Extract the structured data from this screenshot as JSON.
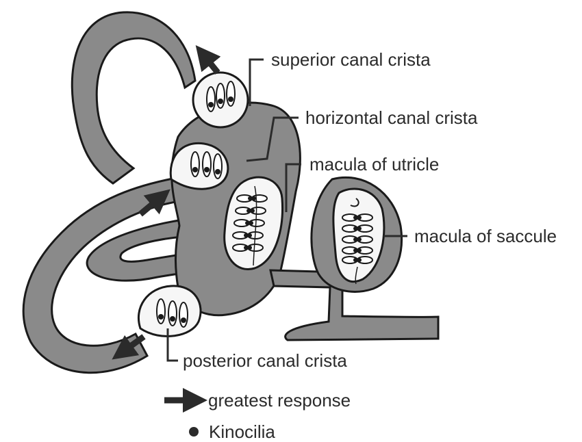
{
  "labels": {
    "superior": "superior canal crista",
    "horizontal": "horizontal canal crista",
    "utricle": "macula of utricle",
    "saccule": "macula of saccule",
    "posterior": "posterior canal crista"
  },
  "legend": {
    "arrow_label": "greatest response",
    "dot_label": "Kinocilia"
  },
  "colors": {
    "duct_fill": "#8a8a8a",
    "outline": "#1a1a1a",
    "text": "#2b2b2b"
  }
}
